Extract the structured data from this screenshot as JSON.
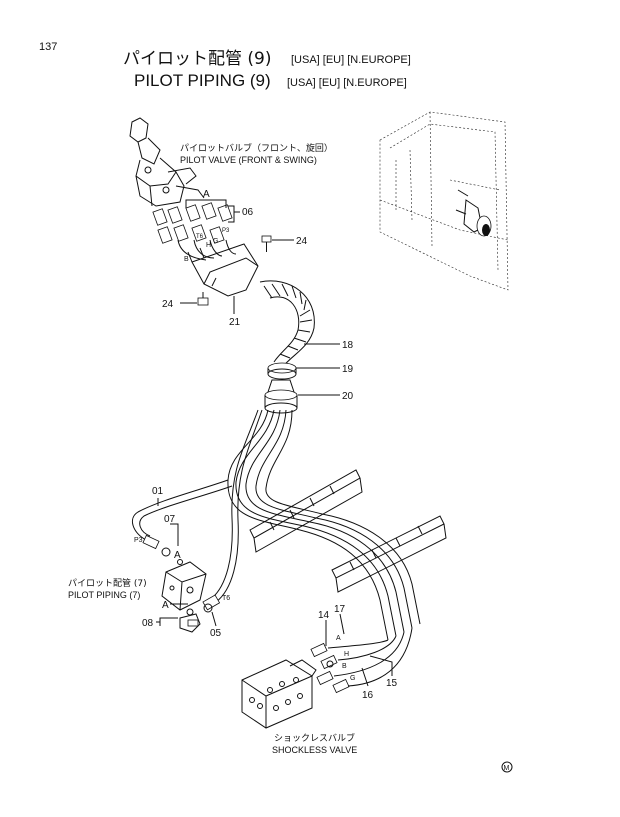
{
  "page_number": "137",
  "title": {
    "jp": "パイロット配管 (9)",
    "en": "PILOT PIPING (9)",
    "tags": "[USA] [EU] [N.EUROPE]"
  },
  "labels": {
    "valve_top_jp": "パイロットバルブ（フロント、旋回）",
    "valve_top_en": "PILOT VALVE (FRONT & SWING)",
    "piping7_jp": "パイロット配管 (7)",
    "piping7_en": "PILOT PIPING (7)",
    "shockless_jp": "ショックレスバルブ",
    "shockless_en": "SHOCKLESS VALVE"
  },
  "part_numbers": {
    "p06": "06",
    "p24a": "24",
    "p24b": "24",
    "p21": "21",
    "p18": "18",
    "p19": "19",
    "p20": "20",
    "p01": "01",
    "p07": "07",
    "p08": "08",
    "p05": "05",
    "p14": "14",
    "p17": "17",
    "p15": "15",
    "p16": "16"
  },
  "port_letters": {
    "a_top": "A",
    "a_mid": "A",
    "a_low": "A",
    "p3": "P3",
    "t6": "T6",
    "p3_small": "P3",
    "t6_small": "T6",
    "h": "H",
    "g": "G",
    "b": "B",
    "sh_a": "A",
    "sh_h": "H",
    "sh_b": "B",
    "sh_g": "G"
  },
  "corner_mark": "M"
}
